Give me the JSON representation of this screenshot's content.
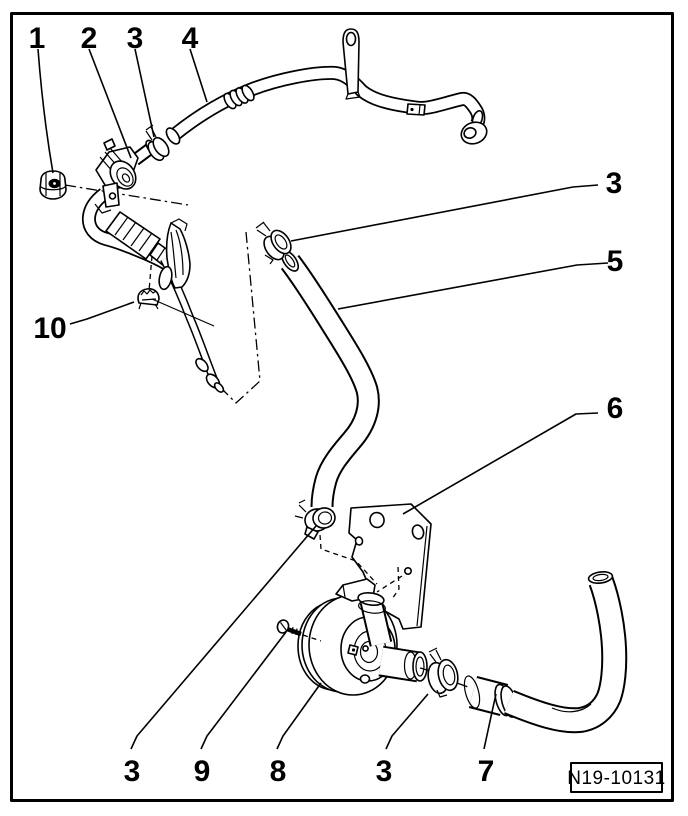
{
  "figure": {
    "id": "N19-10131"
  },
  "callouts": {
    "c1": "1",
    "c2": "2",
    "c3_top": "3",
    "c4": "4",
    "c3_right": "3",
    "c5": "5",
    "c6": "6",
    "c10": "10",
    "c3_mid": "3",
    "c9": "9",
    "c8": "8",
    "c3_low": "3",
    "c7": "7"
  }
}
